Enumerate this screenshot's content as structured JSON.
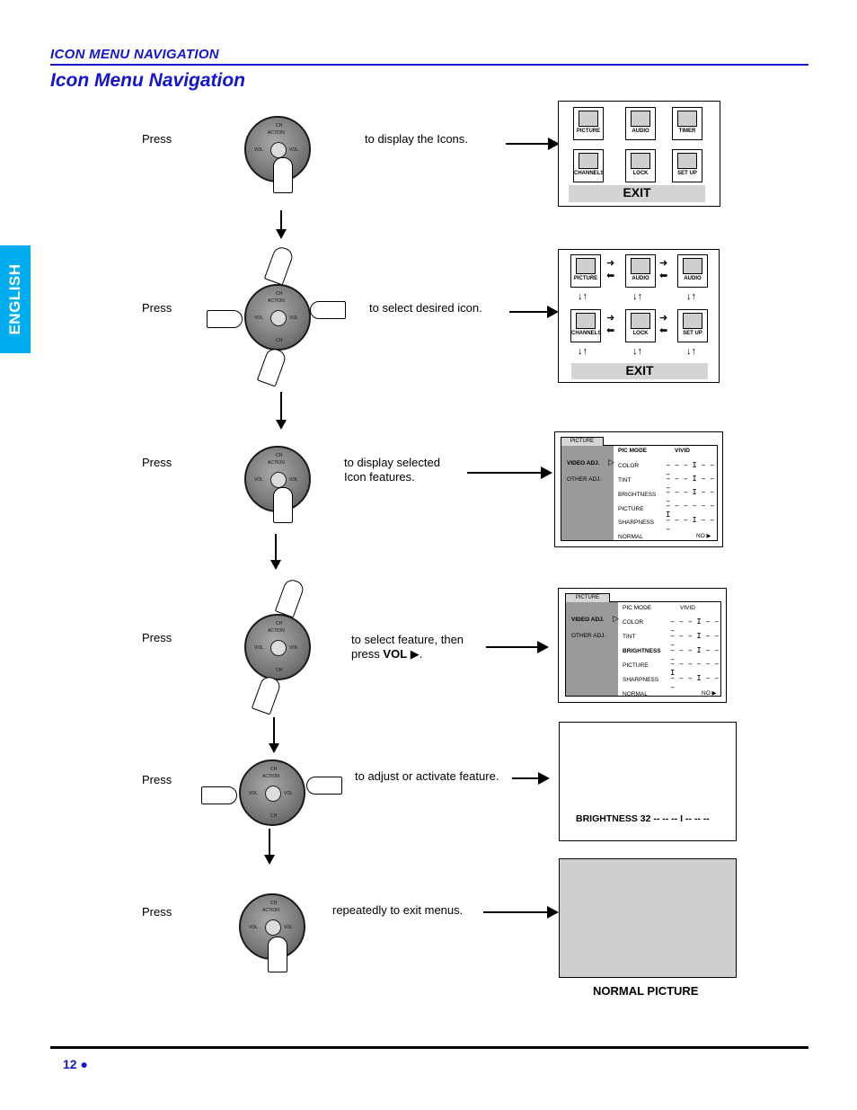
{
  "header": {
    "section": "ICON MENU NAVIGATION",
    "title": "Icon Menu Navigation",
    "side_tab": "ENGLISH"
  },
  "remote": {
    "ch": "CH",
    "vol": "VOL",
    "action": "ACTION"
  },
  "steps": [
    {
      "press": "Press",
      "text": "to display the Icons."
    },
    {
      "press": "Press",
      "text": "to select desired icon."
    },
    {
      "press": "Press",
      "text": "to display selected\nIcon features."
    },
    {
      "press": "Press",
      "text_before": "to select feature, then\npress ",
      "text_bold": "VOL",
      "text_after": " ▶."
    },
    {
      "press": "Press",
      "text": "to adjust or activate feature."
    },
    {
      "press": "Press",
      "text": "repeatedly to exit menus."
    }
  ],
  "icon_menu": {
    "icons": [
      "PICTURE",
      "AUDIO",
      "TIMER",
      "CHANNELS",
      "LOCK",
      "SET UP"
    ],
    "exit": "EXIT"
  },
  "icon_menu2": {
    "icons": [
      "PICTURE",
      "AUDIO",
      "AUDIO",
      "CHANNELS",
      "LOCK",
      "SET UP"
    ],
    "exit": "EXIT"
  },
  "picture_menu": {
    "tab": "PICTURE",
    "left_items": [
      "VIDEO ADJ.",
      "OTHER ADJ."
    ],
    "mode_label": "PIC MODE",
    "mode_value": "VIVID",
    "items": [
      "COLOR",
      "TINT",
      "BRIGHTNESS",
      "PICTURE",
      "SHARPNESS",
      "NORMAL"
    ],
    "bars": [
      "– – – I – – –",
      "– – – I – – –",
      "– – – I – – –",
      "– – – – – – I",
      "– – – I – – –"
    ],
    "normal_value": "NO ▶"
  },
  "adjust_screen": {
    "text": "BRIGHTNESS 32  -- -- -- I -- -- --"
  },
  "normal_caption": "NORMAL PICTURE",
  "footer": {
    "page": "12 ●"
  },
  "colors": {
    "accent_blue": "#1515d0",
    "tab_cyan": "#00aeef"
  }
}
